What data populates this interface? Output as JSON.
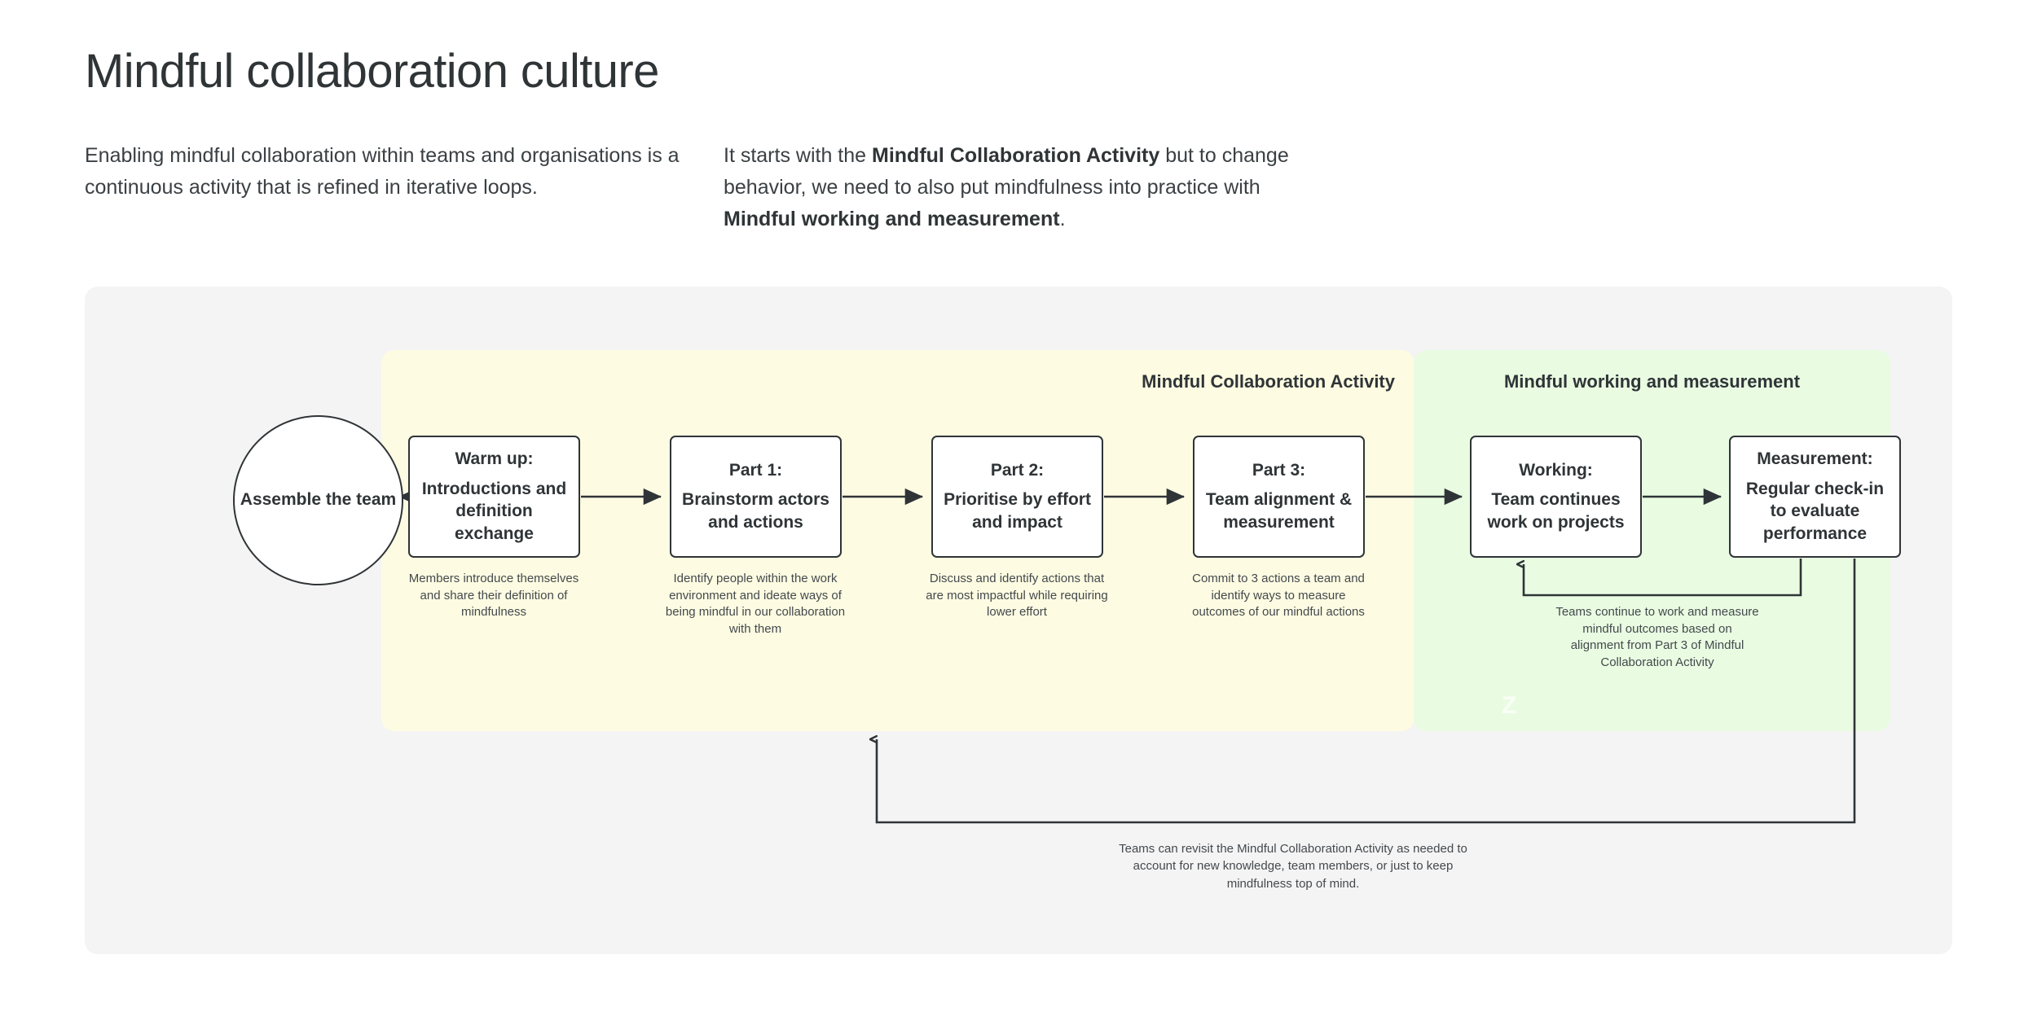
{
  "header": {
    "title": "Mindful collaboration culture",
    "intro_left": "Enabling mindful collaboration within teams and organisations is a continuous activity that is refined in iterative loops.",
    "intro_right_parts": [
      {
        "text": "It starts with the ",
        "bold": false
      },
      {
        "text": "Mindful Collaboration Activity",
        "bold": true
      },
      {
        "text": " but to change behavior, we need to also put mindfulness into practice with ",
        "bold": false
      },
      {
        "text": "Mindful working and measurement",
        "bold": true
      },
      {
        "text": ".",
        "bold": false
      }
    ]
  },
  "diagram": {
    "start_node": {
      "label": "Assemble the team"
    },
    "panels": {
      "activity": {
        "title": "Mindful Collaboration Activity",
        "color": "#fdfce2"
      },
      "working": {
        "title": "Mindful working and measurement",
        "color": "#e9fce2",
        "watermark": "Z"
      }
    },
    "nodes": [
      {
        "head": "Warm up:",
        "body": "Introductions and definition exchange",
        "caption": "Members introduce themselves and share their definition of mindfulness",
        "group": "activity"
      },
      {
        "head": "Part 1:",
        "body": "Brainstorm actors and actions",
        "caption": "Identify people within the work environment and ideate ways of being mindful in our collaboration with them",
        "group": "activity"
      },
      {
        "head": "Part 2:",
        "body": "Prioritise by effort and impact",
        "caption": "Discuss and identify actions that are most impactful while requiring lower effort",
        "group": "activity"
      },
      {
        "head": "Part 3:",
        "body": "Team alignment & measurement",
        "caption": "Commit to 3 actions a team and identify ways to measure outcomes of our mindful actions",
        "group": "activity"
      },
      {
        "head": "Working:",
        "body": "Team continues work on projects",
        "caption": "",
        "group": "working"
      },
      {
        "head": "Measurement:",
        "body": "Regular check-in to evaluate performance",
        "caption": "",
        "group": "working"
      }
    ],
    "loop_caption_green": "Teams continue to work and measure mindful outcomes based on alignment from Part 3 of Mindful Collaboration Activity",
    "loop_caption_bottom": "Teams can revisit the Mindful Collaboration Activity as needed to account for new knowledge, team members, or just to keep mindfulness top of mind.",
    "colors": {
      "stroke": "#2f3437",
      "card_background": "#f4f4f4",
      "node_fill": "#ffffff",
      "text": "#2f3437",
      "caption_text": "#44494d"
    }
  }
}
